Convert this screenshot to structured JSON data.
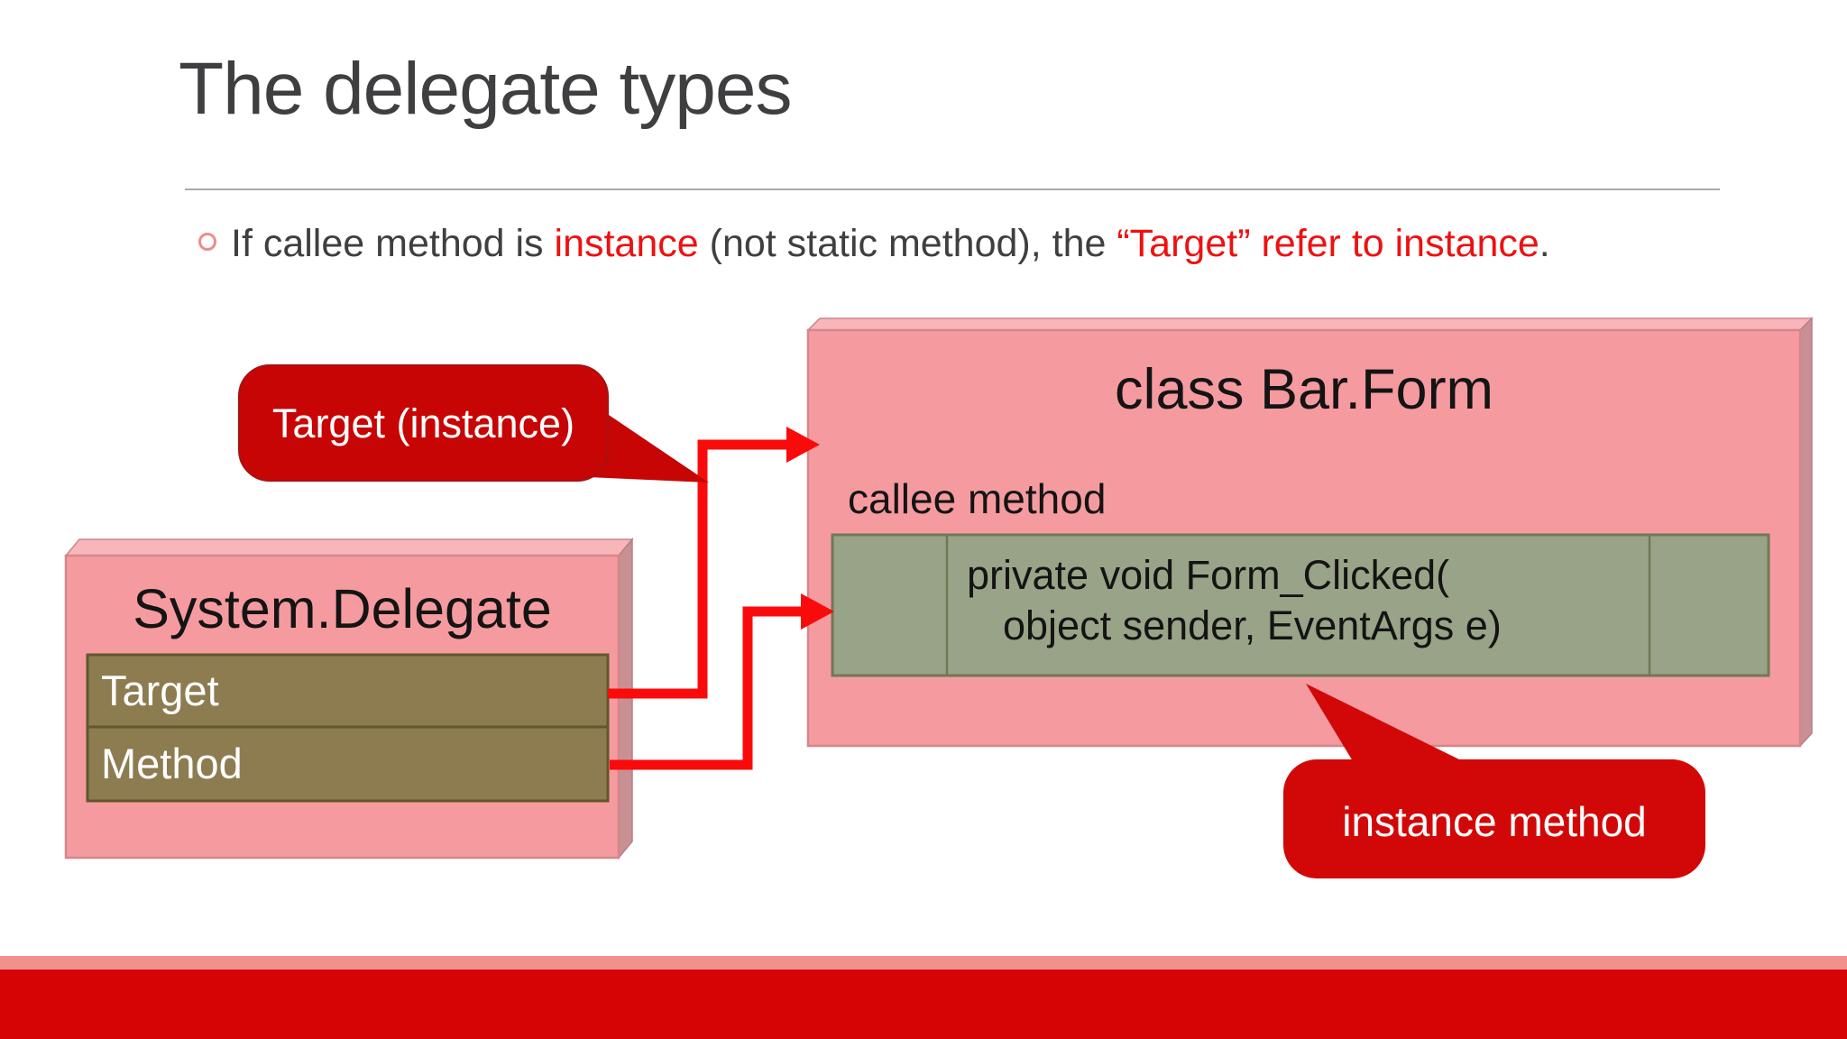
{
  "slide": {
    "title": "The delegate types",
    "bullet": {
      "segments": [
        {
          "text": "If callee method is ",
          "style": "dark"
        },
        {
          "text": "instance",
          "style": "red"
        },
        {
          "text": " (not static method), the ",
          "style": "dark"
        },
        {
          "text": "“Target” refer to instance",
          "style": "red"
        },
        {
          "text": ".",
          "style": "dark"
        }
      ]
    },
    "delegate_box": {
      "title": "System.Delegate",
      "rows": [
        "Target",
        "Method"
      ]
    },
    "form_box": {
      "title": "class Bar.Form",
      "caption": "callee method",
      "code": [
        "private void Form_Clicked(",
        "object sender, EventArgs e)"
      ]
    },
    "callouts": {
      "target_label": "Target (instance)",
      "instance_label": "instance method"
    },
    "colors": {
      "box_pink": "#F59BA0",
      "bevel_light": "#F8B6BA",
      "bevel_dark": "#C99093",
      "box_edge": "#D4868A",
      "khaki_fill": "#8D7C50",
      "khaki_border": "#63562F",
      "green_fill": "#99A387",
      "green_border": "#6F7A55",
      "arrow_red": "#FA0B0B",
      "callout_red": "#C70505",
      "callout_red_bright": "#D20808",
      "footer_red": "#D60404",
      "footer_pink": "#F2908D",
      "text_red": "#ED1111",
      "text_dark": "#3F3F42",
      "title_gray": "#3F3F42",
      "divider_gray": "#A9A9A9"
    }
  }
}
